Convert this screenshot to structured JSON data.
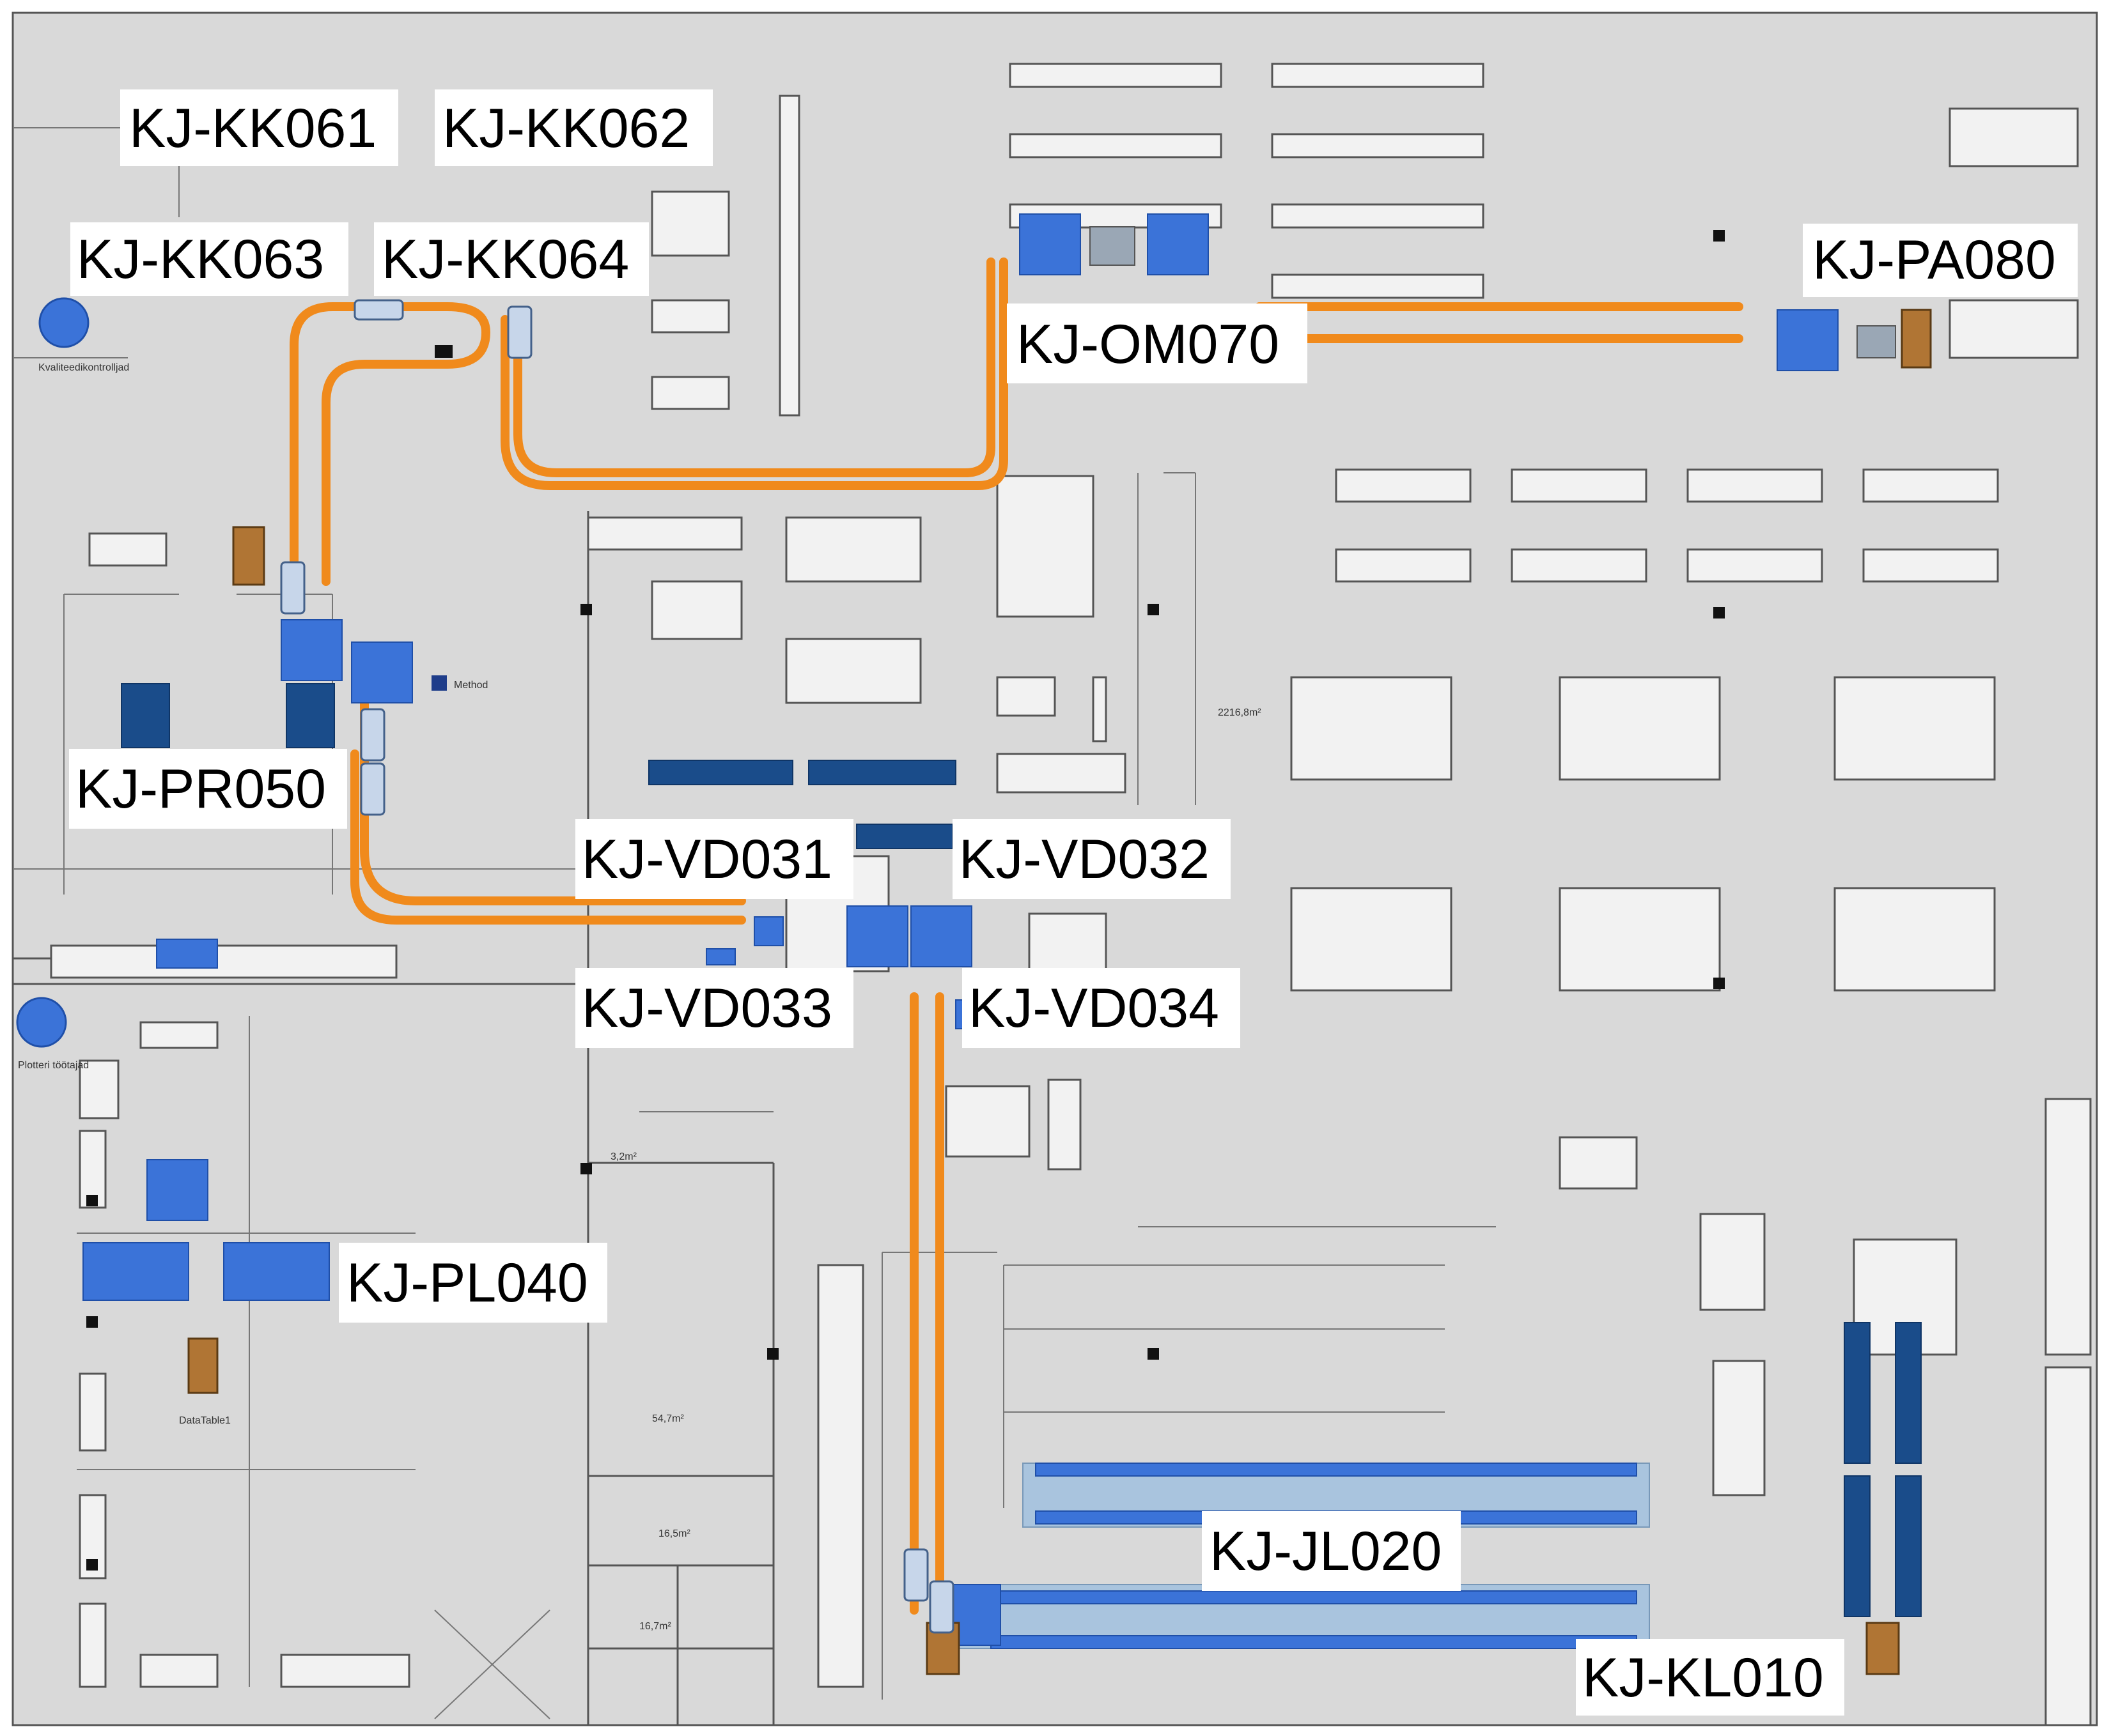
{
  "stations": [
    {
      "id": "KJ-KK061"
    },
    {
      "id": "KJ-KK062"
    },
    {
      "id": "KJ-KK063"
    },
    {
      "id": "KJ-KK064"
    },
    {
      "id": "KJ-PA080"
    },
    {
      "id": "KJ-OM070"
    },
    {
      "id": "KJ-PR050"
    },
    {
      "id": "KJ-VD031"
    },
    {
      "id": "KJ-VD032"
    },
    {
      "id": "KJ-VD033"
    },
    {
      "id": "KJ-VD034"
    },
    {
      "id": "KJ-PL040"
    },
    {
      "id": "KJ-JL020"
    },
    {
      "id": "KJ-KL010"
    }
  ],
  "small_labels": {
    "kvaliteedikontroll": "Kvaliteedikontrolljad",
    "plotteri": "Plotteri töötajad",
    "method": "Method",
    "datatable": "DataTable1",
    "area_a": "2216,8m²",
    "area_b": "54,7m²",
    "area_c": "16,5m²",
    "area_d": "16,7m²",
    "area_e": "3,2m²"
  },
  "colors": {
    "route": "#f08a1c",
    "machine": "#3b73d8",
    "machine_dark": "#1a4c8a",
    "conveyor": "#a9c4de",
    "background": "#d9d9d9"
  }
}
